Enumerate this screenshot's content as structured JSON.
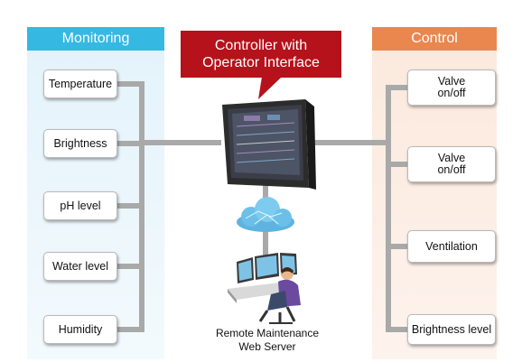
{
  "monitoring": {
    "header": "Monitoring",
    "items": [
      "Temperature",
      "Brightness",
      "pH level",
      "Water level",
      "Humidity"
    ]
  },
  "control": {
    "header": "Control",
    "items": [
      {
        "line1": "Valve",
        "line2": "on/off"
      },
      {
        "line1": "Valve",
        "line2": "on/off"
      },
      {
        "line1": "Ventilation",
        "line2": ""
      },
      {
        "line1": "Brightness level",
        "line2": ""
      }
    ]
  },
  "controller": {
    "callout_line1": "Controller with",
    "callout_line2": "Operator Interface"
  },
  "server": {
    "caption_line1": "Remote Maintenance",
    "caption_line2": "Web Server"
  },
  "colors": {
    "monitoring_header": "#35b8e2",
    "control_header": "#e9874f",
    "callout": "#b5121b",
    "connector": "#a9a9a9"
  }
}
